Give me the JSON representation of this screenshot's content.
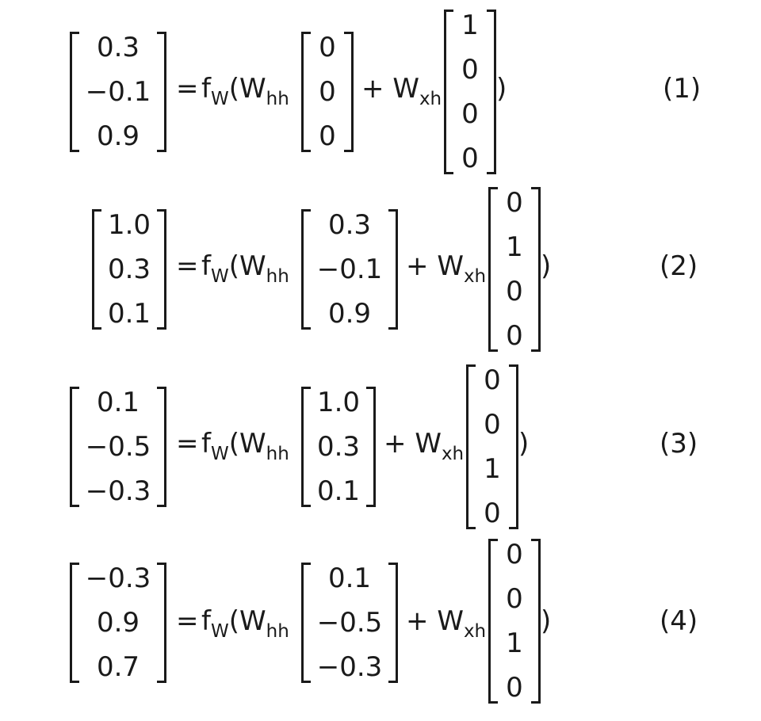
{
  "labels": {
    "equals": "=",
    "f": "f",
    "f_sub": "W",
    "open_paren": "(",
    "W": "W",
    "hh": "hh",
    "plus": "+",
    "xh": "xh",
    "close_paren": ")"
  },
  "equations": [
    {
      "number": "(1)",
      "lhs": [
        "0.3",
        "−0.1",
        "0.9"
      ],
      "h_prev": [
        "0",
        "0",
        "0"
      ],
      "x": [
        "1",
        "0",
        "0",
        "0"
      ]
    },
    {
      "number": "(2)",
      "lhs": [
        "1.0",
        "0.3",
        "0.1"
      ],
      "h_prev": [
        "0.3",
        "−0.1",
        "0.9"
      ],
      "x": [
        "0",
        "1",
        "0",
        "0"
      ]
    },
    {
      "number": "(3)",
      "lhs": [
        "0.1",
        "−0.5",
        "−0.3"
      ],
      "h_prev": [
        "1.0",
        "0.3",
        "0.1"
      ],
      "x": [
        "0",
        "0",
        "1",
        "0"
      ]
    },
    {
      "number": "(4)",
      "lhs": [
        "−0.3",
        "0.9",
        "0.7"
      ],
      "h_prev": [
        "0.1",
        "−0.5",
        "−0.3"
      ],
      "x": [
        "0",
        "0",
        "1",
        "0"
      ]
    }
  ]
}
